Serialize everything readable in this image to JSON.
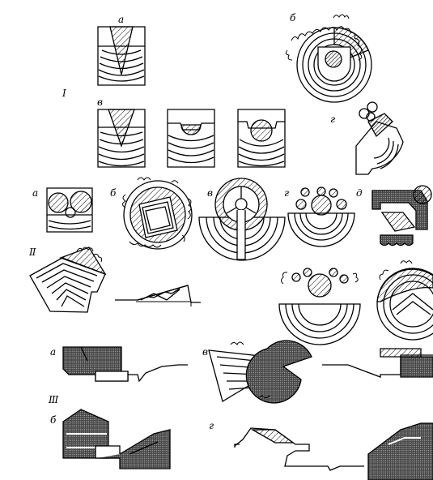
{
  "sections": {
    "s1": "I",
    "s2": "II",
    "s3": "III"
  },
  "labels": {
    "s1_a": "а",
    "s1_b": "б",
    "s1_v": "в",
    "s1_g": "г",
    "s2_a": "а",
    "s2_b": "б",
    "s2_v": "в",
    "s2_g": "г",
    "s2_d": "д",
    "s3_a": "а",
    "s3_b": "б",
    "s3_v": "в",
    "s3_g": "г"
  }
}
